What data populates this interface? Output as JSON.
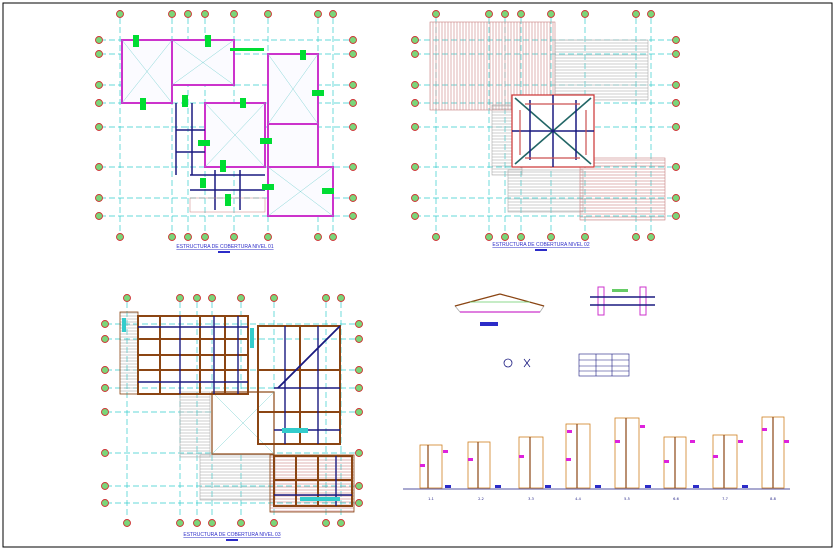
{
  "sheet": {
    "border_color": "#000000",
    "background": "#ffffff"
  },
  "plans": {
    "plan1": {
      "caption": "ESTRUCTURA DE COBERTURA NIVEL 01"
    },
    "plan2": {
      "caption": "ESTRUCTURA DE COBERTURA NIVEL 02"
    },
    "plan3": {
      "caption": "ESTRUCTURA DE COBERTURA NIVEL 03"
    }
  },
  "sections": {
    "labels": [
      "1-1",
      "2-2",
      "3-3",
      "4-4",
      "5-5",
      "6-6",
      "7-7",
      "8-8"
    ]
  },
  "colors": {
    "axis": "#33cccc",
    "bubble": "#cc3333",
    "bubble_fill": "#66cc66",
    "column": "#00cc33",
    "wall": "#cc33cc",
    "beam": "#8b4513",
    "purlin": "#1a1a80",
    "hatch": "#cc7a7a",
    "caption": "#2c2cc8"
  }
}
